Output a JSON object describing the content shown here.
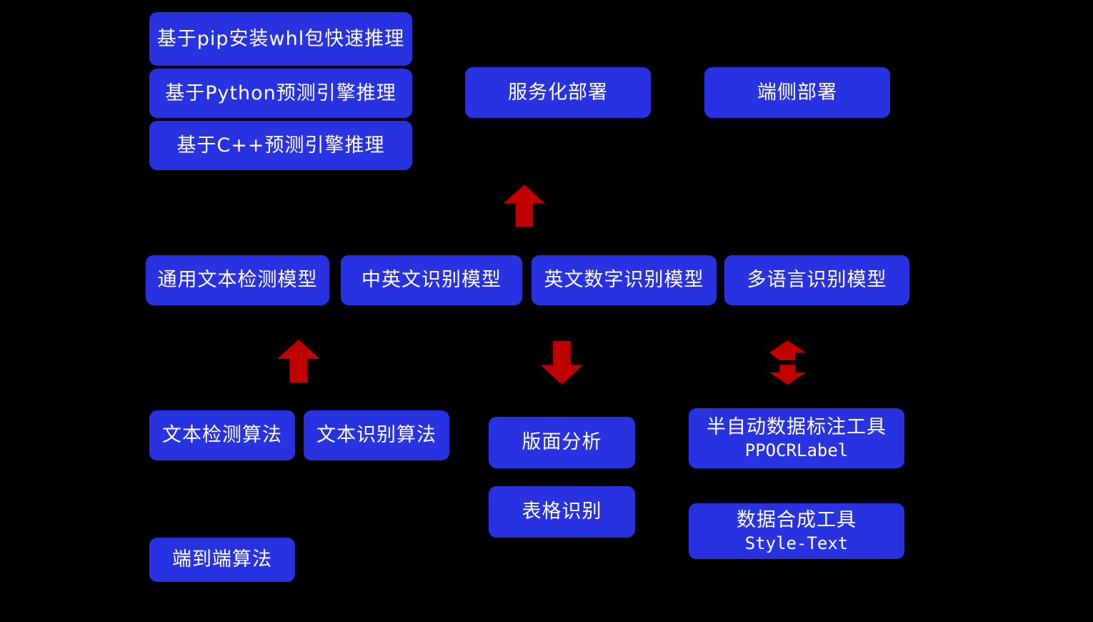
{
  "colors": {
    "background": "#000000",
    "box_blue": "#2932E1",
    "arrow_red": "#C00000",
    "box_text": "#FFFFFF"
  },
  "boxes": {
    "pip_whl": {
      "label": "基于pip安装whl包快速推理"
    },
    "python_engine": {
      "label": "基于Python预测引擎推理"
    },
    "cpp_engine": {
      "label": "基于C++预测引擎推理"
    },
    "serving_deploy": {
      "label": "服务化部署"
    },
    "edge_deploy": {
      "label": "端侧部署"
    },
    "general_det_model": {
      "label": "通用文本检测模型"
    },
    "zh_en_rec_model": {
      "label": "中英文识别模型"
    },
    "en_num_rec_model": {
      "label": "英文数字识别模型"
    },
    "multilang_rec_model": {
      "label": "多语言识别模型"
    },
    "text_det_algo": {
      "label": "文本检测算法"
    },
    "text_rec_algo": {
      "label": "文本识别算法"
    },
    "layout_analysis": {
      "label": "版面分析"
    },
    "ppocr_label_tool": {
      "label": "半自动数据标注工具",
      "sublabel": "PPOCRLabel"
    },
    "table_rec": {
      "label": "表格识别"
    },
    "style_text_tool": {
      "label": "数据合成工具",
      "sublabel": "Style-Text"
    },
    "end_to_end_algo": {
      "label": "端到端算法"
    }
  },
  "arrows": {
    "to_deployment": {
      "direction": "up"
    },
    "from_detection_algos": {
      "direction": "up"
    },
    "to_document_analysis": {
      "direction": "down"
    },
    "annotation_exchange": {
      "direction": "up-down"
    }
  }
}
